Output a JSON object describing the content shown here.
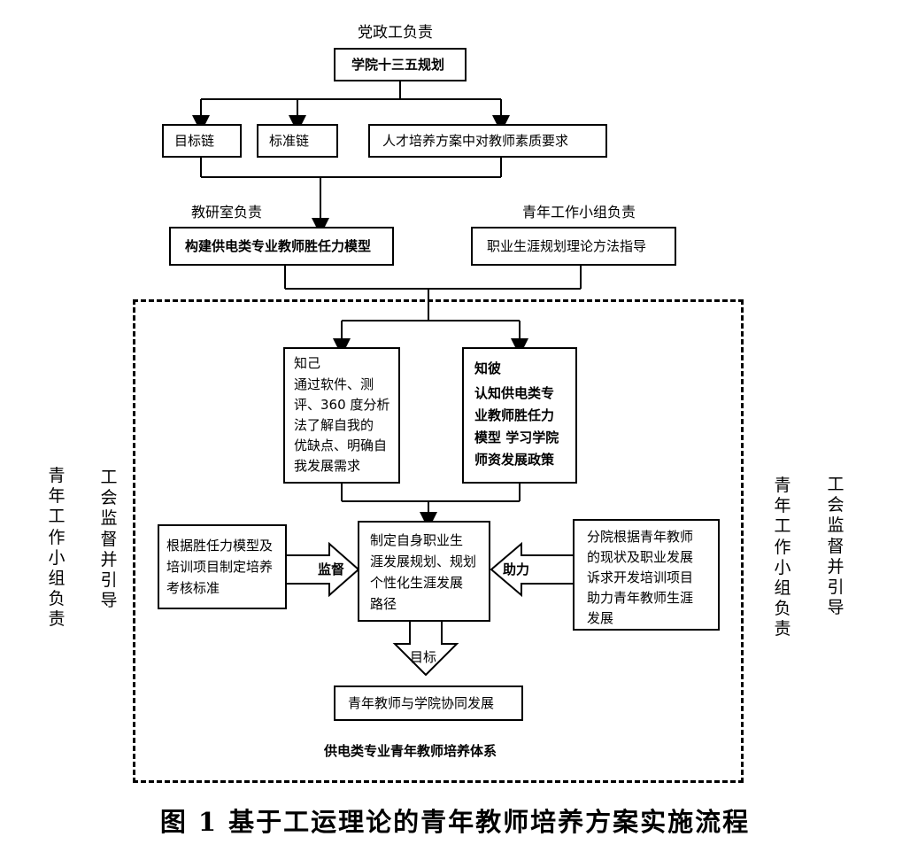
{
  "diagram": {
    "top_label": "党政工负责",
    "top_box": "学院十三五规划",
    "chain_boxes": [
      "目标链",
      "标准链",
      "人才培养方案中对教师素质要求"
    ],
    "left_mid_label": "教研室负责",
    "left_mid_box": "构建供电类专业教师胜任力模型",
    "right_mid_label": "青年工作小组负责",
    "right_mid_box": "职业生涯规划理论方法指导",
    "zhiji_title": "知己",
    "zhiji_lines": [
      "通过软件、测",
      "评、360 度分析",
      "法了解自我的",
      "优缺点、明确自",
      "我发展需求"
    ],
    "zhibi_title": "知彼",
    "zhibi_lines": [
      "认知供电类专",
      "业教师胜任力",
      "模型 学习学院",
      "师资发展政策"
    ],
    "center_lines": [
      "制定自身职业生",
      "涯发展规划、规划",
      "个性化生涯发展",
      "路径"
    ],
    "left_box_lines": [
      "根据胜任力模型及",
      "培训项目制定培养",
      "考核标准"
    ],
    "supervise_label": "监督",
    "right_box_lines": [
      "分院根据青年教师",
      "的现状及职业发展",
      "诉求开发培训项目",
      "助力青年教师生涯",
      "发展"
    ],
    "help_label": "助力",
    "goal_label": "目标",
    "bottom_box": "青年教师与学院协同发展",
    "system_label": "供电类专业青年教师培养体系",
    "side_left_outer": [
      "青",
      "年",
      "工",
      "作",
      "小",
      "组",
      "负",
      "责"
    ],
    "side_left_inner": [
      "工",
      "会",
      "监",
      "督",
      "并",
      "引",
      "导"
    ],
    "side_right_inner": [
      "青",
      "年",
      "工",
      "作",
      "小",
      "组",
      "负",
      "责"
    ],
    "side_right_outer": [
      "工",
      "会",
      "监",
      "督",
      "并",
      "引",
      "导"
    ]
  },
  "caption": "图 1 基于工运理论的青年教师培养方案实施流程"
}
